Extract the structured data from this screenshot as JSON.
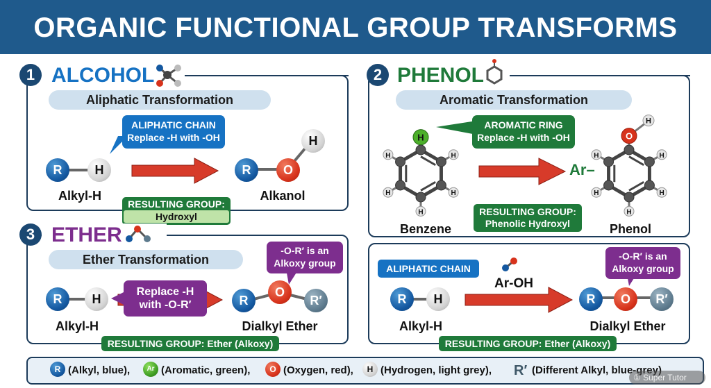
{
  "header": {
    "title": "ORGANIC FUNCTIONAL GROUP TRANSFORMS"
  },
  "panel1": {
    "number": "1",
    "title": "ALCOHOL",
    "subtitle": "Aliphatic Transformation",
    "callout": {
      "line1": "ALIPHATIC CHAIN",
      "line2": "Replace -H with -OH"
    },
    "reactant": {
      "r": "R",
      "h": "H",
      "label": "Alkyl-H"
    },
    "product": {
      "r": "R",
      "o": "O",
      "h": "H",
      "label": "Alkanol"
    },
    "result": {
      "line1": "RESULTING GROUP:",
      "line2": "Hydroxyl"
    }
  },
  "panel2": {
    "number": "2",
    "title": "PHENOL",
    "subtitle": "Aromatic Transformation",
    "callout": {
      "line1": "AROMATIC RING",
      "line2": "Replace -H with -OH"
    },
    "reactant": {
      "label": "Benzene",
      "h": "H",
      "highlight": "H"
    },
    "product": {
      "ar": "Ar–",
      "o": "O",
      "h": "H",
      "label": "Phenol"
    },
    "result": {
      "line1": "RESULTING GROUP:",
      "line2": "Phenolic Hydroxyl"
    }
  },
  "panel3": {
    "number": "3",
    "title": "ETHER",
    "subtitle": "Ether Transformation",
    "callout": {
      "line1": "Replace -H",
      "line2": "with -O-R′"
    },
    "alkoxy_callout": {
      "line1": "-O-R′ is an",
      "line2": "Alkoxy group"
    },
    "reactant": {
      "r": "R",
      "h": "H",
      "label": "Alkyl-H"
    },
    "product": {
      "r": "R",
      "o": "O",
      "rp": "R′",
      "label": "Dialkyl Ether"
    },
    "result": {
      "text": "RESULTING GROUP: Ether (Alkoxy)"
    }
  },
  "panel4": {
    "tag": "ALIPHATIC CHAIN",
    "reagent": "Ar-OH",
    "alkoxy_callout": {
      "line1": "-O-R′ is an",
      "line2": "Alkoxy group"
    },
    "reactant": {
      "r": "R",
      "h": "H",
      "label": "Alkyl-H"
    },
    "product": {
      "r": "R",
      "o": "O",
      "rp": "R′",
      "label": "Dialkyl Ether"
    },
    "result": {
      "text": "RESULTING GROUP: Ether (Alkoxy)"
    }
  },
  "legend": {
    "items": [
      {
        "symbol": "R",
        "text": "(Alkyl, blue),"
      },
      {
        "symbol": "Ar",
        "text": "(Aromatic, green),"
      },
      {
        "symbol": "O",
        "text": "(Oxygen, red),"
      },
      {
        "symbol": "H",
        "text": "(Hydrogen, light grey),"
      },
      {
        "symbol": "R′",
        "text": "(Different Alkyl, blue-grey)"
      }
    ]
  },
  "watermark": "① Super Tutor",
  "colors": {
    "banner": "#1f5a8c",
    "alkyl_blue": "#1458a0",
    "aromatic_green": "#3d9b22",
    "oxygen_red": "#d7321b",
    "hydrogen_grey": "#d2d2d2",
    "alkyl_bluegrey": "#5d7a8d",
    "arrow_red": "#d73b2a",
    "alcohol_title": "#1672c3",
    "phenol_title": "#1f7a3a",
    "ether_title": "#7d2e8e"
  }
}
